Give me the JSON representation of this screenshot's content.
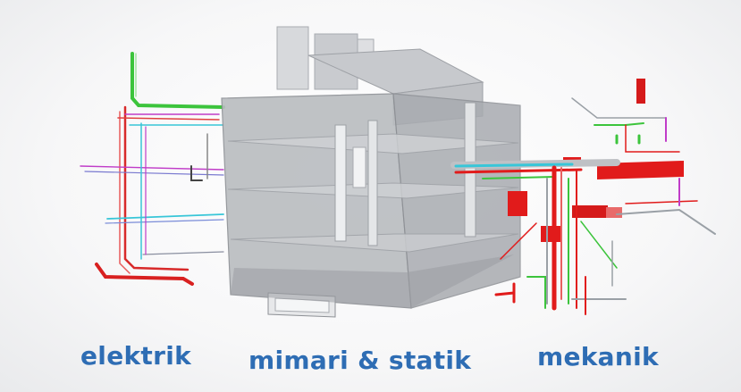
{
  "captions": {
    "elektrik": "elektrik",
    "mimari": "mimari & statik",
    "mekanik": "mekanik"
  },
  "colors": {
    "caption": "#2e6db4",
    "structure": "#9fa3a8",
    "duct_red": "#e11b1b",
    "pipe_green": "#3cc43c",
    "pipe_cyan": "#38c6d8",
    "pipe_magenta": "#c03cc8"
  }
}
